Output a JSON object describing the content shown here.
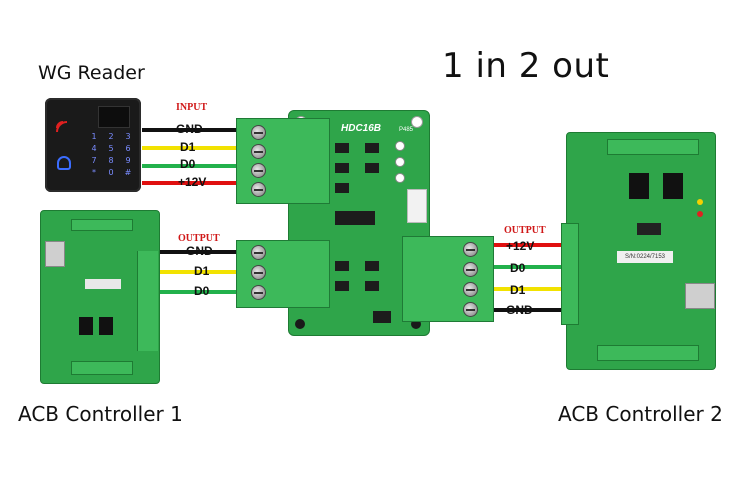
{
  "title": "1 in 2 out",
  "reader": {
    "label": "WG Reader",
    "keys": [
      "1",
      "2",
      "3",
      "4",
      "5",
      "6",
      "7",
      "8",
      "9",
      "*",
      "0",
      "#"
    ]
  },
  "controllers": [
    {
      "label": "ACB Controller 1"
    },
    {
      "label": "ACB Controller 2"
    }
  ],
  "converter": {
    "model": "HDC16B",
    "port": "P485"
  },
  "input": {
    "tag": "INPUT",
    "wires": [
      {
        "label": "GND",
        "color": "#111111"
      },
      {
        "label": "D1",
        "color": "#f2e200"
      },
      {
        "label": "D0",
        "color": "#22b14c"
      },
      {
        "label": "+12V",
        "color": "#e01010"
      }
    ]
  },
  "output_left": {
    "tag": "OUTPUT",
    "wires": [
      {
        "label": "GND",
        "color": "#111111"
      },
      {
        "label": "D1",
        "color": "#f2e200"
      },
      {
        "label": "D0",
        "color": "#22b14c"
      }
    ]
  },
  "output_right": {
    "tag": "OUTPUT",
    "wires": [
      {
        "label": "+12V",
        "color": "#e01010"
      },
      {
        "label": "D0",
        "color": "#22b14c"
      },
      {
        "label": "D1",
        "color": "#f2e200"
      },
      {
        "label": "GND",
        "color": "#111111"
      }
    ]
  },
  "sn_label": "S/N:0224/7153"
}
